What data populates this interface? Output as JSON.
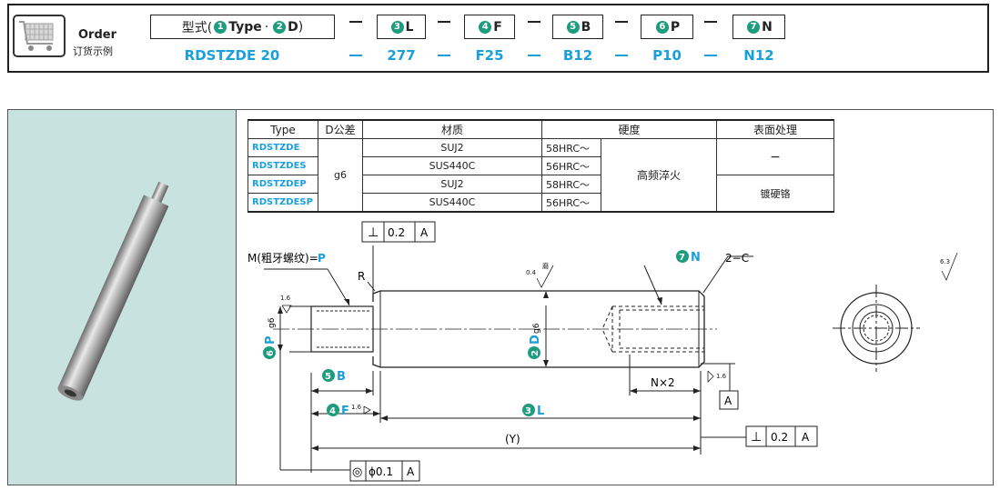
{
  "order": {
    "label": "Order",
    "sub_label": "订货示例",
    "model_box": "型式(",
    "model_type": "Type",
    "model_dot": "·",
    "model_d": "D",
    "model_close": ")",
    "parts": [
      {
        "num": "3",
        "letter": "L",
        "value": "277"
      },
      {
        "num": "4",
        "letter": "F",
        "value": "F25"
      },
      {
        "num": "5",
        "letter": "B",
        "value": "B12"
      },
      {
        "num": "6",
        "letter": "P",
        "value": "P10"
      },
      {
        "num": "7",
        "letter": "N",
        "value": "N12"
      }
    ],
    "model_value": "RDSTZDE 20"
  },
  "table": {
    "headers": [
      "Type",
      "D公差",
      "材质",
      "硬度",
      "表面处理"
    ],
    "rows": [
      {
        "type": "RDSTZDE",
        "material": "SUJ2",
        "hardness": "58HRC〜"
      },
      {
        "type": "RDSTZDES",
        "material": "SUS440C",
        "hardness": "56HRC〜"
      },
      {
        "type": "RDSTZDEP",
        "material": "SUJ2",
        "hardness": "58HRC〜"
      },
      {
        "type": "RDSTZDESP",
        "material": "SUS440C",
        "hardness": "56HRC〜"
      }
    ],
    "tolerance": "g6",
    "heat_treatment": "高频淬火",
    "surface_none": "−",
    "surface_plated": "镀硬铬"
  },
  "drawing": {
    "thread_label": "M(粗牙螺纹)=",
    "thread_p": "P",
    "r_label": "R",
    "perp_tol": "⊥",
    "tol_value": "0.2",
    "datum": "A",
    "n_label": "N",
    "chamfer": "2−C",
    "n_times2": "N×2",
    "y_label": "(Y)",
    "conc_symbol": "◎",
    "conc_value": "ϕ0.1",
    "b_label": "B",
    "f_label": "F",
    "l_label": "L",
    "p_label": "P",
    "d_label": "D",
    "g6": "g6",
    "rough_16": "1.6",
    "rough_04": "0.4",
    "rough_63": "6.3",
    "grind": "磨"
  }
}
